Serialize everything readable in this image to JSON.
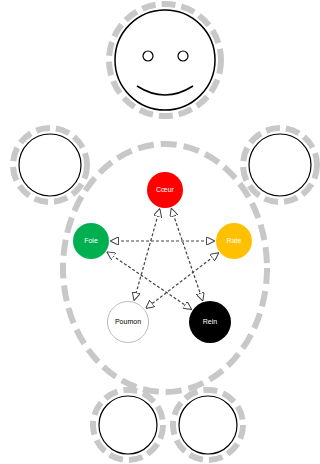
{
  "diagram": {
    "nodes": [
      {
        "text": [
          "Cœur"
        ]
      },
      {
        "text": [
          "Foie"
        ]
      },
      {
        "text": [
          "Rate"
        ]
      },
      {
        "text": [
          "Poumon"
        ]
      },
      {
        "text": [
          "Rein"
        ]
      }
    ],
    "edges": [
      {
        "from": 0,
        "to": 3,
        "arrow": "both"
      },
      {
        "from": 0,
        "to": 4,
        "arrow": "both"
      },
      {
        "from": 1,
        "to": 2,
        "arrow": "both"
      },
      {
        "from": 1,
        "to": 4,
        "arrow": "both"
      },
      {
        "from": 2,
        "to": 3,
        "arrow": "both"
      }
    ]
  }
}
